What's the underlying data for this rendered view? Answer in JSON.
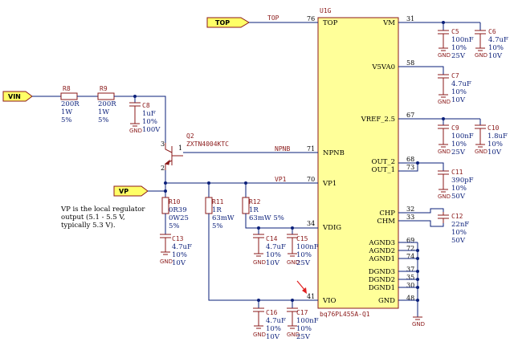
{
  "ic": {
    "ref": "U1G",
    "part": "bq76PL455A-Q1",
    "pins_left": [
      {
        "name": "TOP",
        "num": "76"
      },
      {
        "name": "NPNB",
        "num": "71"
      },
      {
        "name": "VP1",
        "num": "70"
      },
      {
        "name": "VDIG",
        "num": "34"
      },
      {
        "name": "VIO",
        "num": "41"
      }
    ],
    "pins_right": [
      {
        "name": "VM",
        "num": "31"
      },
      {
        "name": "V5VA0",
        "num": "58"
      },
      {
        "name": "VREF_2.5",
        "num": "67"
      },
      {
        "name": "OUT_2",
        "num": "68"
      },
      {
        "name": "OUT_1",
        "num": "73"
      },
      {
        "name": "CHP",
        "num": "32"
      },
      {
        "name": "CHM",
        "num": "33"
      },
      {
        "name": "AGND3",
        "num": "69"
      },
      {
        "name": "AGND2",
        "num": "72"
      },
      {
        "name": "AGND1",
        "num": "74"
      },
      {
        "name": "DGND3",
        "num": "37"
      },
      {
        "name": "DGND2",
        "num": "35"
      },
      {
        "name": "DGND1",
        "num": "30"
      },
      {
        "name": "GND",
        "num": "48"
      }
    ]
  },
  "ports": {
    "top": "TOP",
    "vin": "VIN",
    "vp": "VP"
  },
  "nets": {
    "top": "TOP",
    "npnb": "NPNB",
    "vp1": "VP1"
  },
  "transistor": {
    "ref": "Q2",
    "part": "ZXTN4004KTC",
    "pin1": "1",
    "pin2": "2",
    "pin3": "3"
  },
  "resistors": [
    {
      "ref": "R8",
      "lines": [
        "200R",
        "1W",
        "5%"
      ]
    },
    {
      "ref": "R9",
      "lines": [
        "200R",
        "1W",
        "5%"
      ]
    },
    {
      "ref": "R10",
      "lines": [
        "0R39",
        "0W25",
        "5%"
      ]
    },
    {
      "ref": "R11",
      "lines": [
        "1R",
        "63mW",
        "5%"
      ]
    },
    {
      "ref": "R12",
      "lines": [
        "1R",
        "63mW 5%"
      ]
    }
  ],
  "capacitors": [
    {
      "ref": "C5",
      "lines": [
        "100nF",
        "10%",
        "25V"
      ]
    },
    {
      "ref": "C6",
      "lines": [
        "4.7uF",
        "10%",
        "10V"
      ]
    },
    {
      "ref": "C7",
      "lines": [
        "4.7uF",
        "10%",
        "10V"
      ]
    },
    {
      "ref": "C8",
      "lines": [
        "1uF",
        "10%",
        "100V"
      ]
    },
    {
      "ref": "C9",
      "lines": [
        "100nF",
        "10%",
        "25V"
      ]
    },
    {
      "ref": "C10",
      "lines": [
        "1.8uF",
        "10%",
        "10V"
      ]
    },
    {
      "ref": "C11",
      "lines": [
        "390pF",
        "10%",
        "50V"
      ]
    },
    {
      "ref": "C12",
      "lines": [
        "22nF",
        "10%",
        "50V"
      ]
    },
    {
      "ref": "C13",
      "lines": [
        "4.7uF",
        "10%",
        "10V"
      ]
    },
    {
      "ref": "C14",
      "lines": [
        "4.7uF",
        "10%",
        "10V"
      ]
    },
    {
      "ref": "C15",
      "lines": [
        "100nF",
        "10%",
        "25V"
      ]
    },
    {
      "ref": "C16",
      "lines": [
        "4.7uF",
        "10%",
        "10V"
      ]
    },
    {
      "ref": "C17",
      "lines": [
        "100nF",
        "10%",
        "25V"
      ]
    }
  ],
  "gnd_label": "GND",
  "note": [
    "VP is the local regulator",
    "output (5.1 - 5.5 V,",
    "typically 5.3 V)."
  ],
  "colors": {
    "wire": "#0a1f7a",
    "part": "#8b1a1a",
    "ic_fill": "#ffff99",
    "port_fill": "#ffff66",
    "arrow": "#e02020"
  }
}
